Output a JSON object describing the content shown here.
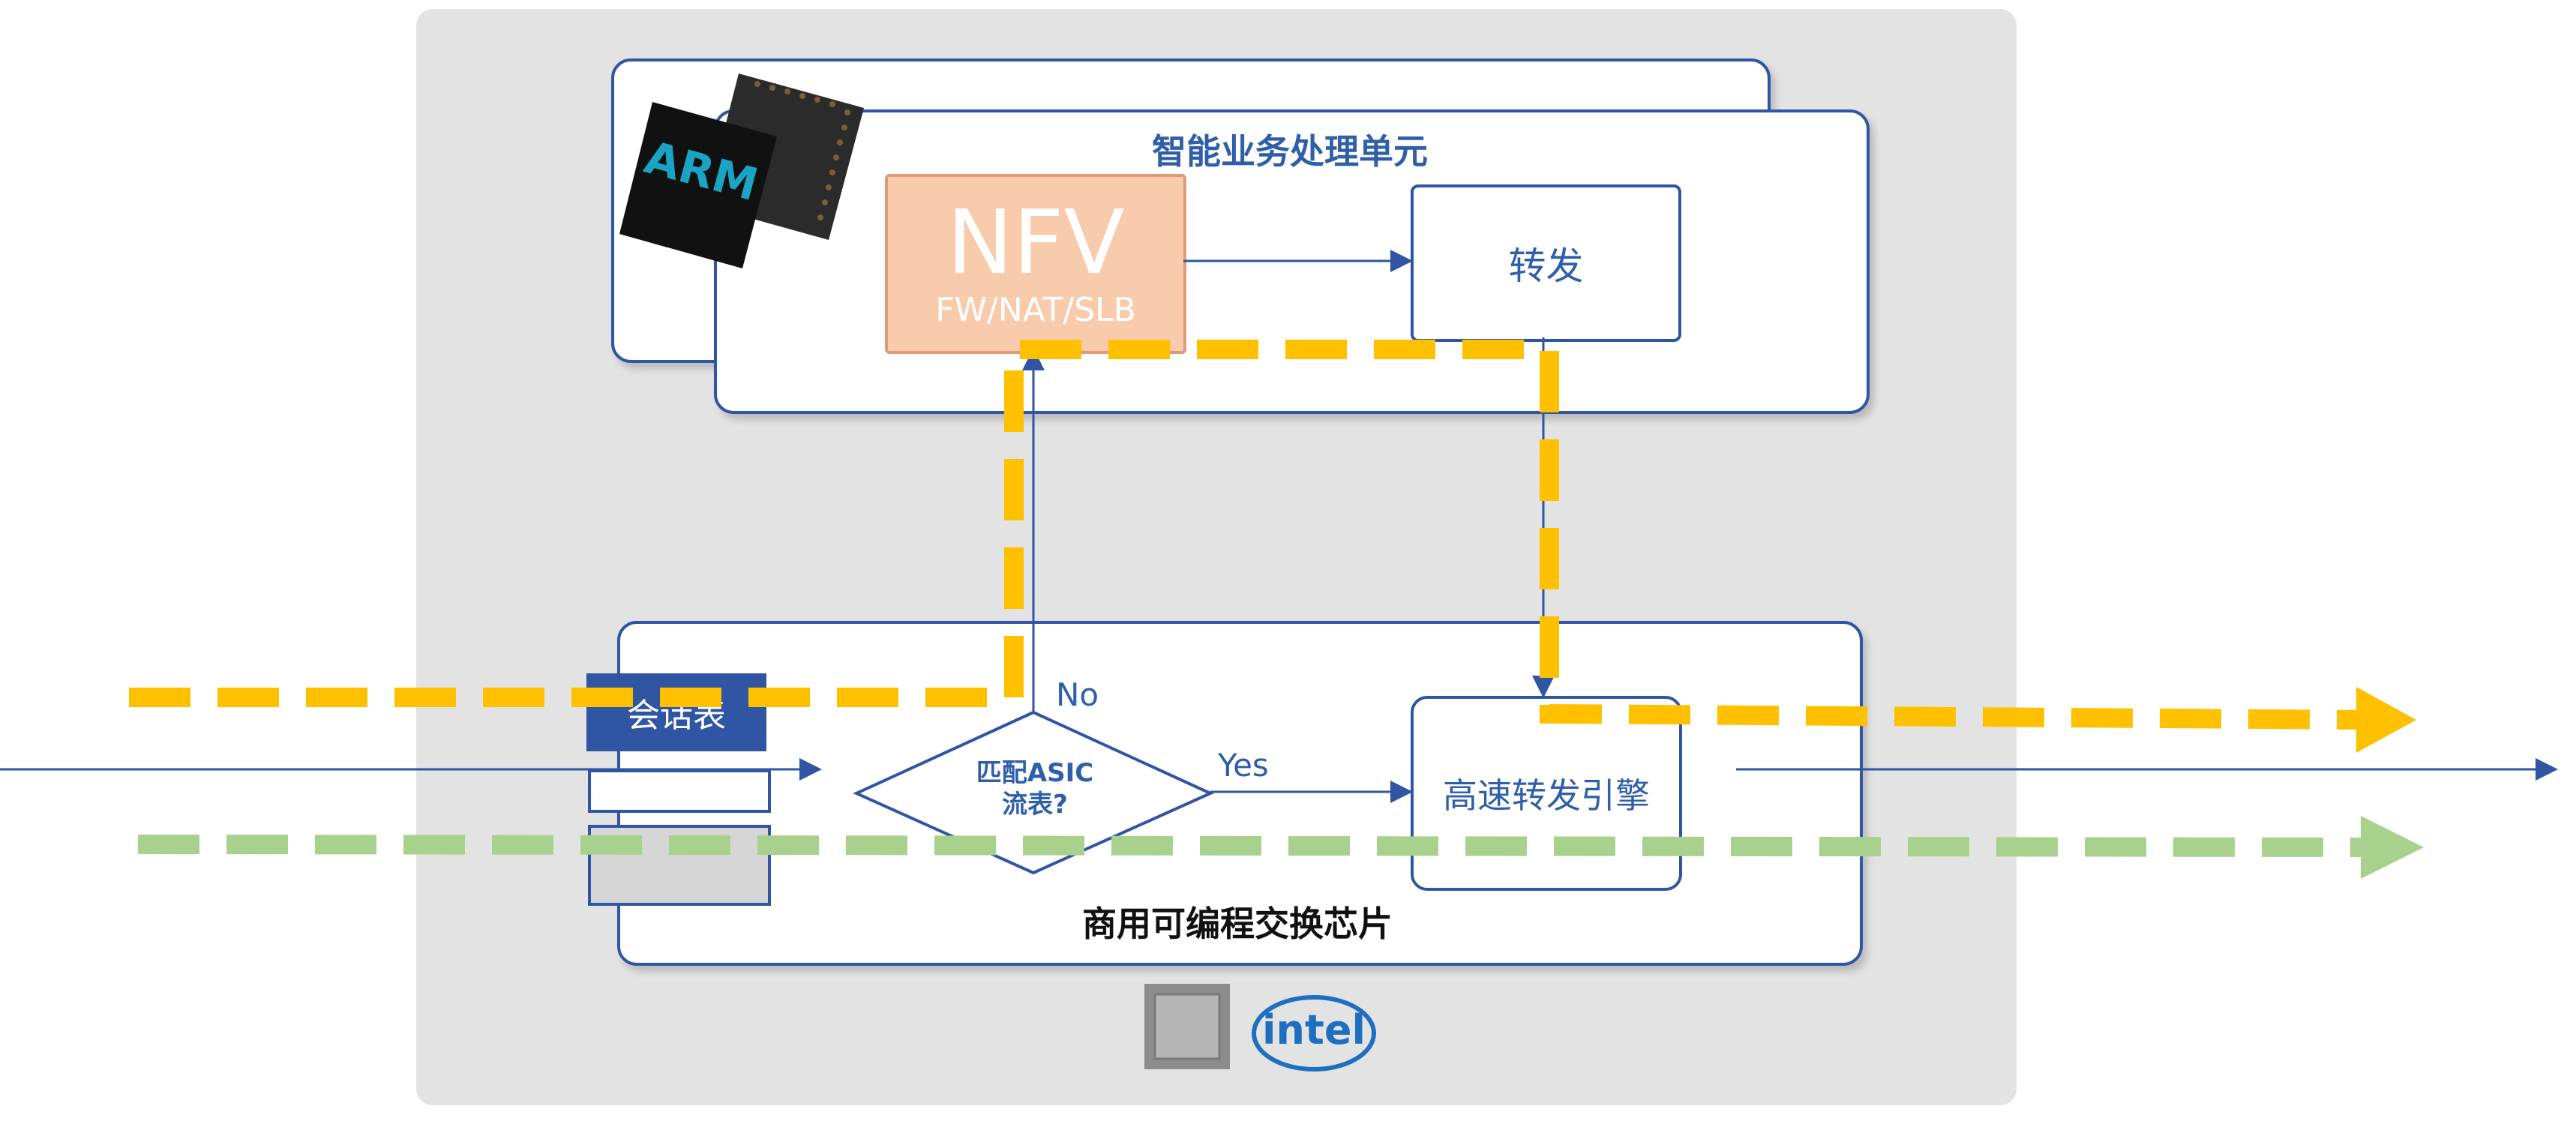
{
  "unit": {
    "title": "智能业务处理单元",
    "nfv_title": "NFV",
    "nfv_subtitle": "FW/NAT/SLB",
    "forward_label": "转发"
  },
  "switch_chip": {
    "title": "商用可编程交换芯片",
    "session_table": "会话表",
    "decision": "匹配ASIC\n流表?",
    "decision_line1": "匹配ASIC",
    "decision_line2": "流表?",
    "no_label": "No",
    "yes_label": "Yes",
    "engine_label": "高速转发引擎"
  },
  "logos": {
    "arm": "ARM",
    "intel": "intel"
  },
  "colors": {
    "frame_blue": "#2f55a3",
    "text_blue": "#2f5fa8",
    "nfv_fill": "#f8cbad",
    "yellow_path": "#ffc000",
    "green_path": "#a9d18e",
    "panel_gray": "#e3e3e3"
  },
  "icons": [
    "arm-chip-icon",
    "intel-chip-icon",
    "intel-logo-icon"
  ]
}
